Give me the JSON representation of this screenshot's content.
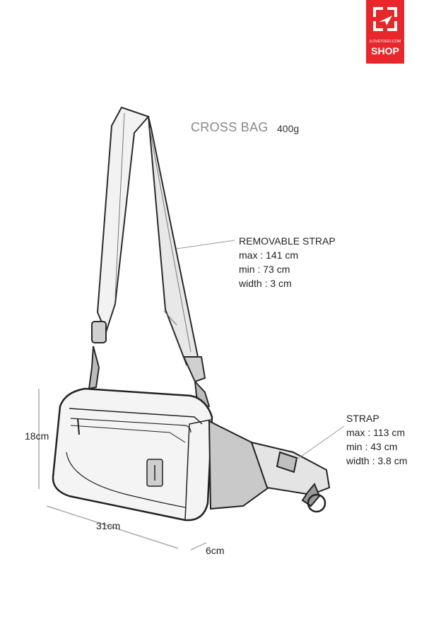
{
  "logo": {
    "url_text": "ILOVETOGO.COM",
    "shop_text": "SHOP",
    "color": "#e8262b"
  },
  "product": {
    "name": "CROSS BAG",
    "weight": "400g"
  },
  "removable_strap": {
    "title": "REMOVABLE STRAP",
    "max": "max : 141 cm",
    "min": "min : 73 cm",
    "width": "width : 3 cm"
  },
  "strap": {
    "title": "STRAP",
    "max": "max : 113 cm",
    "min": "min : 43 cm",
    "width": "width : 3.8 cm"
  },
  "dimensions": {
    "height": "18cm",
    "width": "31cm",
    "depth": "6cm"
  }
}
